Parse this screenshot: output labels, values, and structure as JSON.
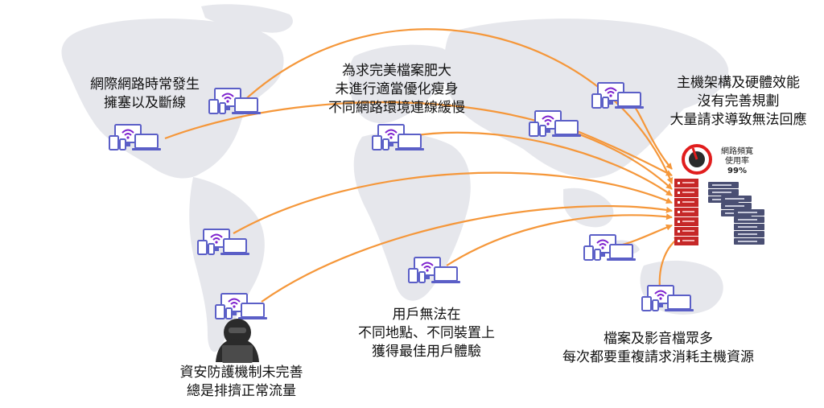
{
  "labels": {
    "network_congestion": [
      "網際網路時常發生",
      "擁塞以及斷線"
    ],
    "file_bloat": [
      "為求完美檔案肥大",
      "未進行適當優化瘦身",
      "不同網路環境連線緩慢"
    ],
    "server_architecture": [
      "主機架構及硬體效能",
      "沒有完善規劃",
      "大量請求導致無法回應"
    ],
    "user_experience": [
      "用戶無法在",
      "不同地點、不同裝置上",
      "獲得最佳用戶體驗"
    ],
    "security": [
      "資安防護機制未完善",
      "總是排擠正常流量"
    ],
    "media_files": [
      "檔案及影音檔眾多",
      "每次都要重複請求消耗主機資源"
    ]
  },
  "gauge": {
    "title_line1": "網路頻寬",
    "title_line2": "使用率",
    "value_text": "99%",
    "value": 0.99
  },
  "colors": {
    "arrow": "#f5973a",
    "device": "#5b5fc7",
    "wifi": "#7e22ce",
    "server_red": "#c62828",
    "server_dark": "#4a4f73",
    "map": "#e6e7ec",
    "gauge_red": "#e11d1d"
  },
  "icons": {
    "device_cluster": "devices-wifi-icon",
    "hacker": "hacker-icon",
    "server_rack": "server-rack-icon",
    "gauge": "bandwidth-gauge-icon"
  }
}
